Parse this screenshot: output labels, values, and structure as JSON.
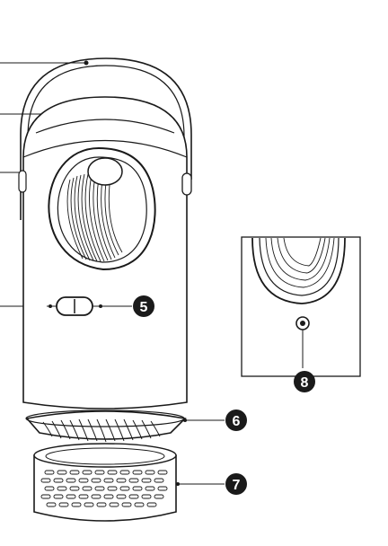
{
  "diagram": {
    "callouts": [
      {
        "id": "c5",
        "number": "5"
      },
      {
        "id": "c6",
        "number": "6"
      },
      {
        "id": "c7",
        "number": "7"
      },
      {
        "id": "c8",
        "number": "8"
      }
    ],
    "colors": {
      "line": "#1a1a1a",
      "badge": "#1a1a1a",
      "badge_text": "#ffffff",
      "background": "#ffffff"
    }
  }
}
